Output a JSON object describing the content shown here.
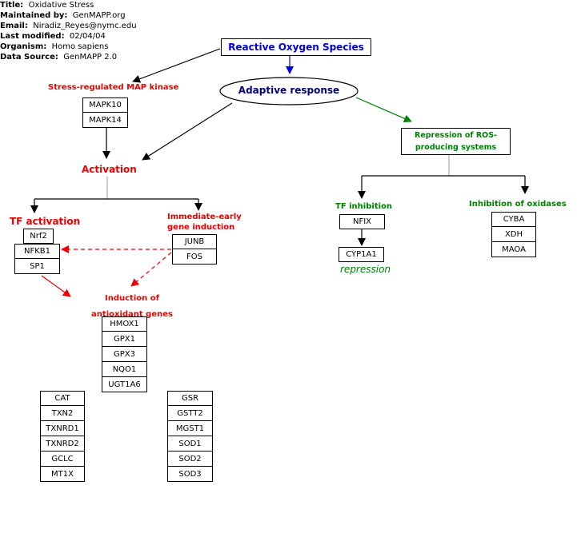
{
  "meta": {
    "title_label": "Title:",
    "title_value": "Oxidative Stress",
    "maintainer_label": "Maintained by:",
    "maintainer_value": "GenMAPP.org",
    "email_label": "Email:",
    "email_value": "Niradiz_Reyes@nymc.edu",
    "modified_label": "Last modified:",
    "modified_value": "02/04/04",
    "organism_label": "Organism:",
    "organism_value": "Homo sapiens",
    "source_label": "Data Source:",
    "source_value": "GenMAPP 2.0"
  },
  "labels": {
    "ros": "Reactive Oxygen Species",
    "adaptive": "Adaptive response",
    "stress_mapk": "Stress-regulated MAP kinase",
    "activation": "Activation",
    "repression_line1": "Repression of ROS-",
    "repression_line2": "producing systems",
    "tf_activation": "TF activation",
    "ieg_line1": "Immediate-early",
    "ieg_line2": "gene induction",
    "tf_inhibition": "TF inhibition",
    "inhibition_oxidases": "Inhibition of oxidases",
    "repression_note": "repression",
    "induction_line1": "Induction of",
    "induction_line2": "antioxidant genes"
  },
  "genes": {
    "mapk": [
      "MAPK10",
      "MAPK14"
    ],
    "nrf2": "Nrf2",
    "tf": [
      "NFKB1",
      "SP1"
    ],
    "ieg": [
      "JUNB",
      "FOS"
    ],
    "nfix": "NFIX",
    "cyp1a1": "CYP1A1",
    "oxidases": [
      "CYBA",
      "XDH",
      "MAOA"
    ],
    "antioxidant": [
      "HMOX1",
      "GPX1",
      "GPX3",
      "NQO1",
      "UGT1A6"
    ],
    "left_col": [
      "CAT",
      "TXN2",
      "TXNRD1",
      "TXNRD2",
      "GCLC",
      "MT1X"
    ],
    "right_col": [
      "GSR",
      "GSTT2",
      "MGST1",
      "SOD1",
      "SOD2",
      "SOD3"
    ]
  },
  "colors": {
    "red": "#ee0000",
    "green": "#008000",
    "navy": "#000080",
    "blue": "#0000dd"
  }
}
